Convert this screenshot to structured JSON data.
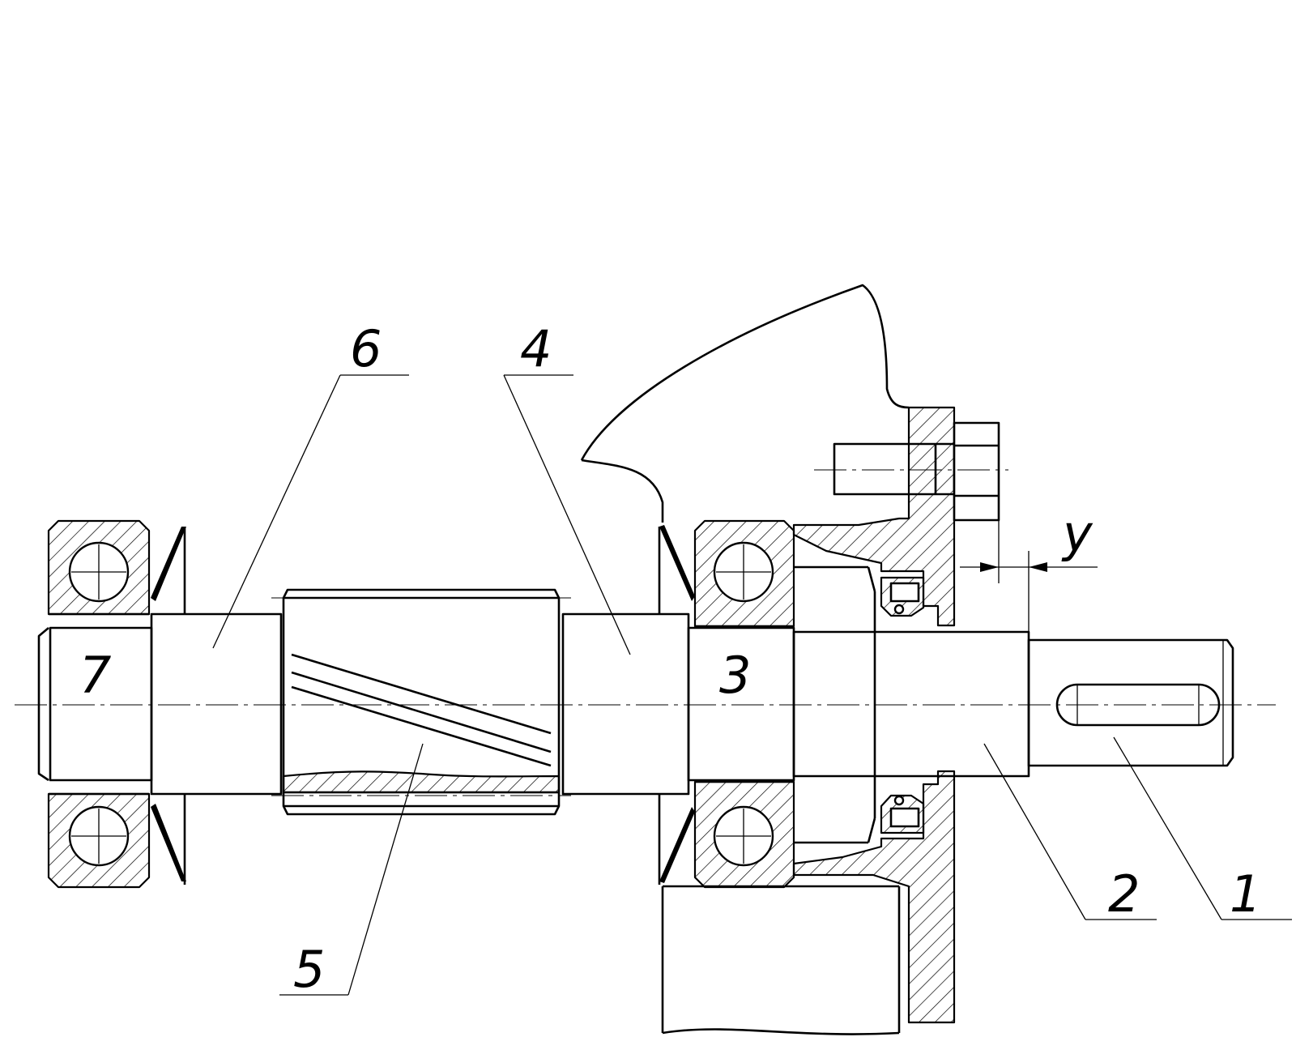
{
  "labels": {
    "part_1": "1",
    "part_2": "2",
    "part_3": "3",
    "part_4": "4",
    "part_5": "5",
    "part_6": "6",
    "part_7": "7",
    "gap_dimension": "y"
  }
}
